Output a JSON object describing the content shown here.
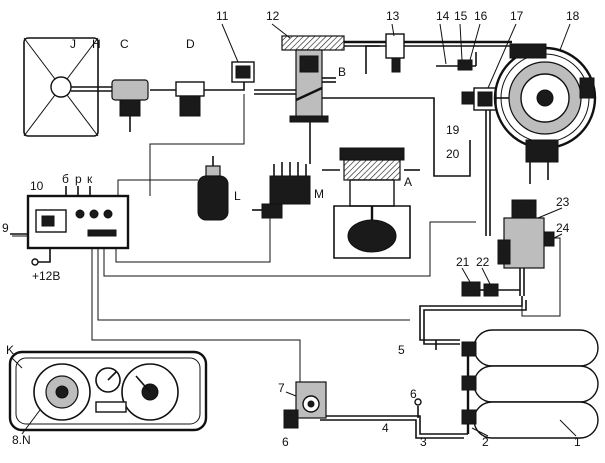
{
  "labels": {
    "n11": "11",
    "n12": "12",
    "n13": "13",
    "n14": "14",
    "n15": "15",
    "n16": "16",
    "n17": "17",
    "n18": "18",
    "J": "J",
    "H": "H",
    "C": "C",
    "D": "D",
    "B": "B",
    "n19": "19",
    "n20": "20",
    "n10": "10",
    "b": "б",
    "r": "р",
    "k": "к",
    "n9": "9",
    "v12": "+12В",
    "L": "L",
    "M": "M",
    "A": "A",
    "n23": "23",
    "n24": "24",
    "n21": "21",
    "n22": "22",
    "n5": "5",
    "K": "K",
    "n8N": "8.N",
    "n7": "7",
    "n6a": "6",
    "n6b": "6",
    "n4": "4",
    "n3": "3",
    "n2": "2",
    "n1": "1"
  }
}
